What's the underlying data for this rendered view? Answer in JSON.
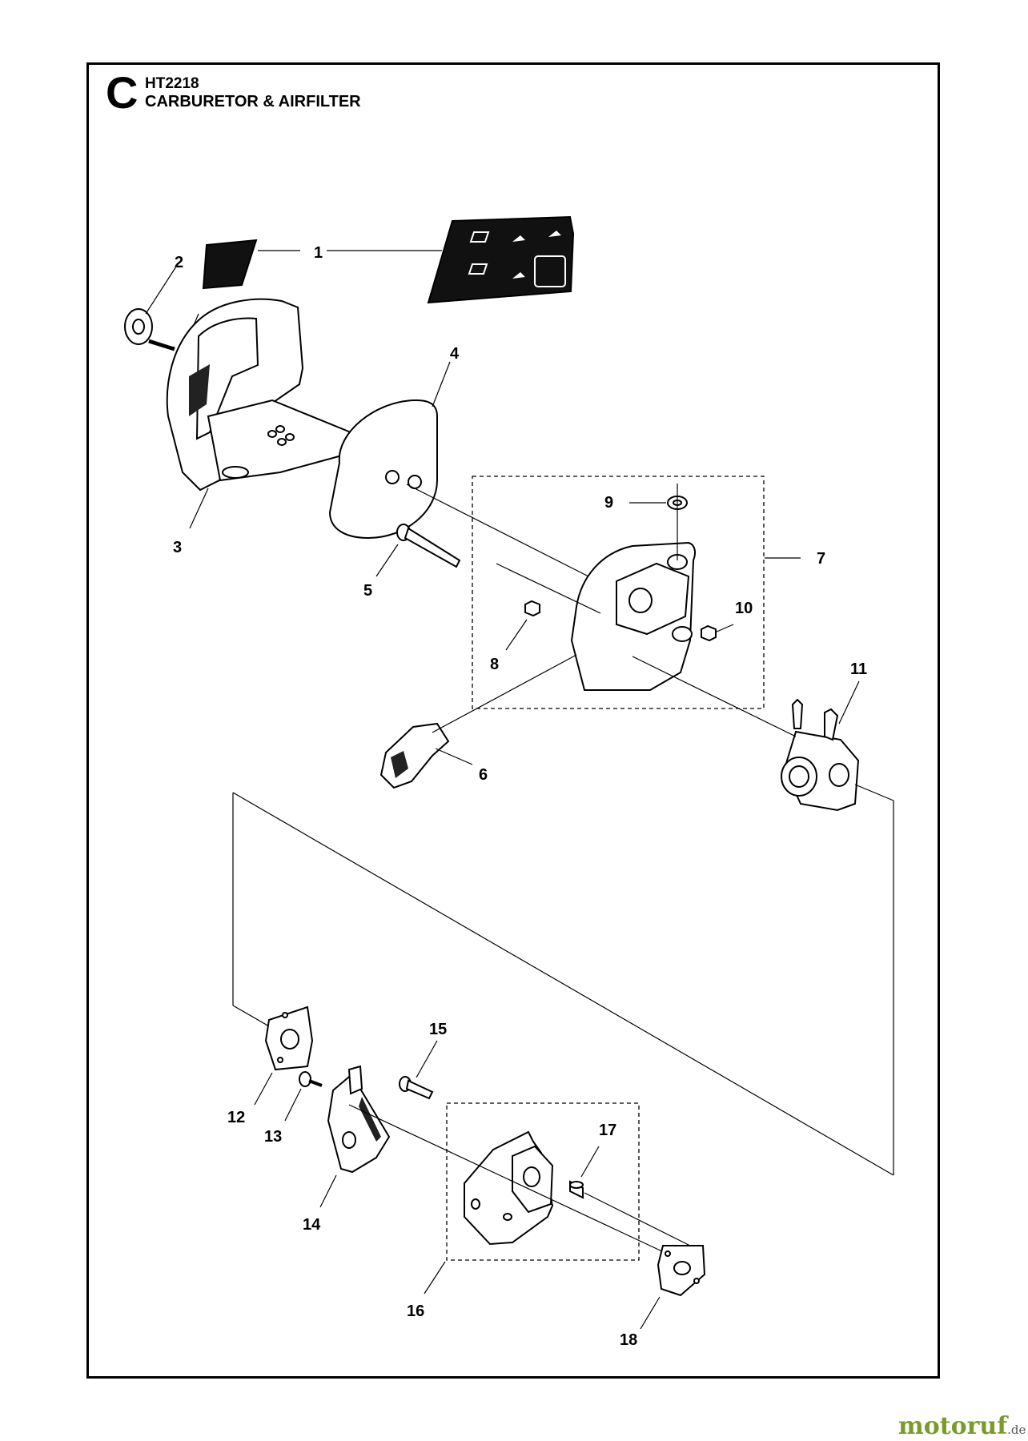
{
  "header": {
    "section_letter": "C",
    "model": "HT2218",
    "title": "CARBURETOR & AIRFILTER"
  },
  "callouts": [
    "1",
    "2",
    "3",
    "4",
    "5",
    "6",
    "7",
    "8",
    "9",
    "10",
    "11",
    "12",
    "13",
    "14",
    "15",
    "16",
    "17",
    "18"
  ],
  "watermark": {
    "brand": "motoruf",
    "tld": ".de"
  },
  "colors": {
    "line": "#000000",
    "background": "#ffffff",
    "watermark": "#7a9a2a"
  }
}
